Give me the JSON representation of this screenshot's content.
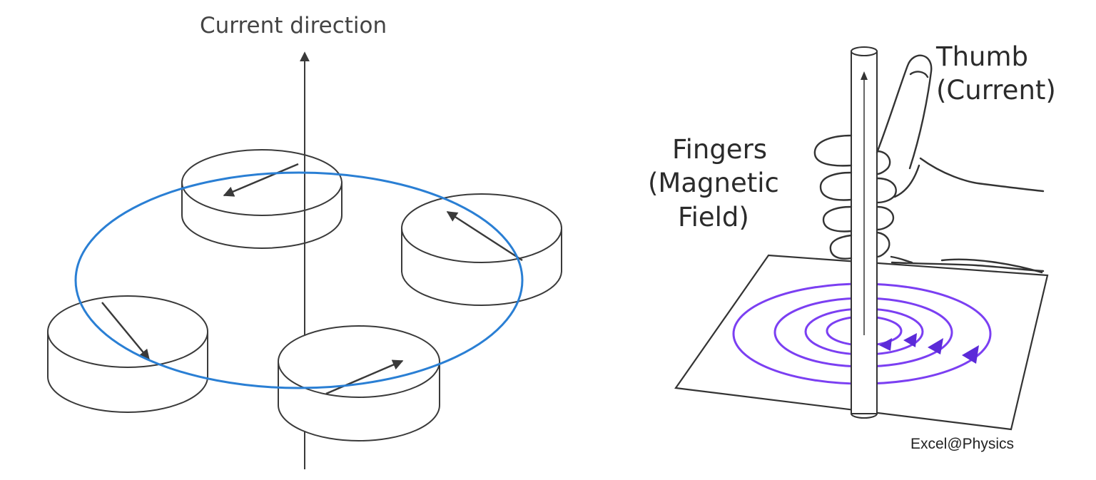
{
  "left_diagram": {
    "axis_label": "Current direction"
  },
  "right_diagram": {
    "thumb_label_line1": "Thumb",
    "thumb_label_line2": "(Current)",
    "fingers_label_line1": "Fingers",
    "fingers_label_line2": "(Magnetic",
    "fingers_label_line3": "Field)",
    "credit": "Excel@Physics"
  },
  "colors": {
    "field_loop": "#2a7fd4",
    "field_circles": "#7b3ff2",
    "outline": "#333333",
    "arrow": "#3a3a3a"
  }
}
